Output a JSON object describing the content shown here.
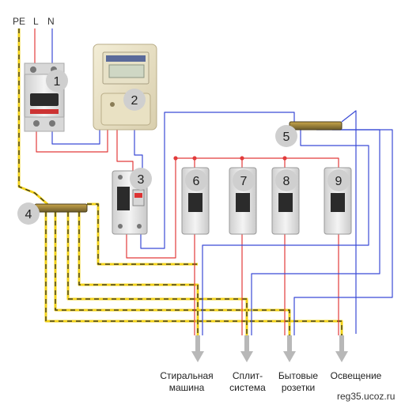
{
  "wire_labels": {
    "pe": "PE",
    "l": "L",
    "n": "N"
  },
  "device_numbers": [
    "1",
    "2",
    "3",
    "4",
    "5",
    "6",
    "7",
    "8",
    "9"
  ],
  "outputs": [
    {
      "line1": "Стиральная",
      "line2": "машина"
    },
    {
      "line1": "Сплит-",
      "line2": "система"
    },
    {
      "line1": "Бытовые",
      "line2": "розетки"
    },
    {
      "line1": "Освещение",
      "line2": ""
    }
  ],
  "credit": "reg35.ucoz.ru",
  "colors": {
    "phase": "#e23b3b",
    "neutral": "#3b4bd6",
    "pe_yellow": "#f2d21a",
    "pe_dash": "#222222",
    "badge": "#cfcfcf",
    "device_body": "#e6e6e6",
    "meter_body": "#ece4c8",
    "arrow": "#b8b8b8"
  },
  "icons": [
    "circuit-breaker-icon",
    "electric-meter-icon",
    "rcd-icon",
    "busbar-icon",
    "down-arrow-icon"
  ]
}
